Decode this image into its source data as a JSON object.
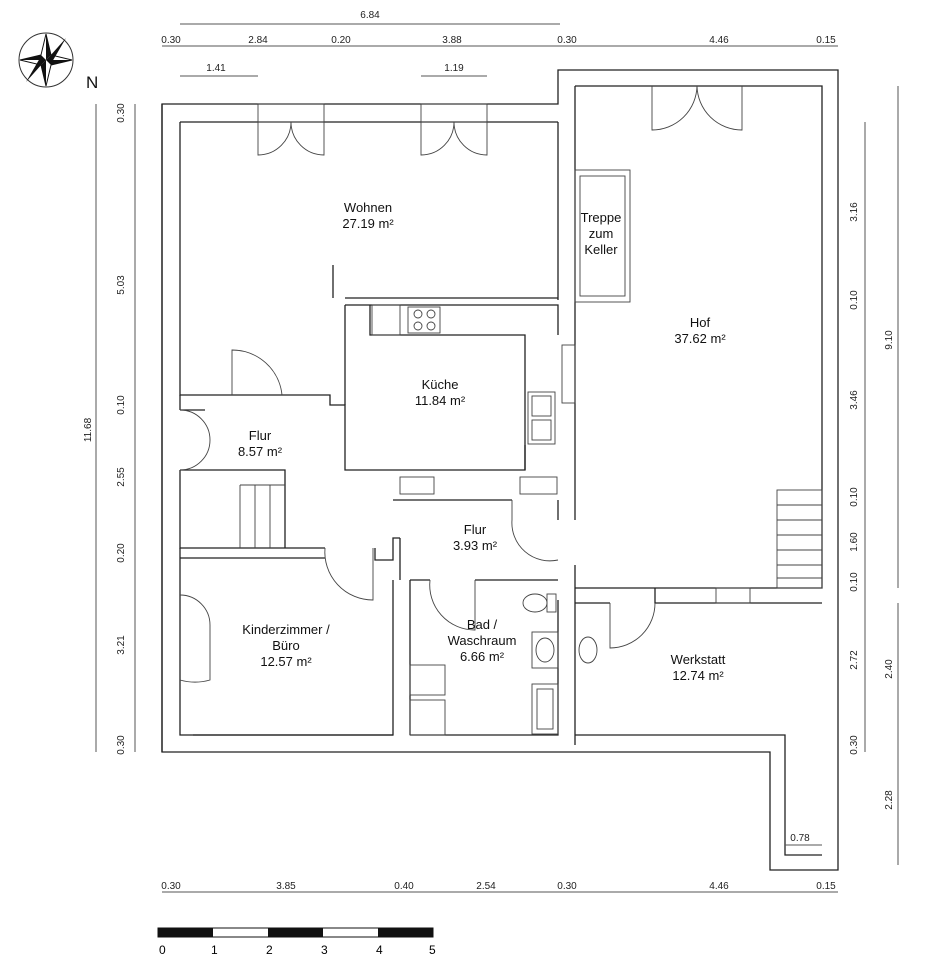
{
  "compass": {
    "label": "N"
  },
  "rooms": {
    "wohnen": {
      "name": "Wohnen",
      "area": "27.19 m²"
    },
    "kueche": {
      "name": "Küche",
      "area": "11.84 m²"
    },
    "flur1": {
      "name": "Flur",
      "area": "8.57 m²"
    },
    "flur2": {
      "name": "Flur",
      "area": "3.93 m²"
    },
    "hof": {
      "name": "Hof",
      "area": "37.62 m²"
    },
    "treppe": {
      "line1": "Treppe",
      "line2": "zum",
      "line3": "Keller"
    },
    "kinder": {
      "line1": "Kinderzimmer /",
      "line2": "Büro",
      "area": "12.57 m²"
    },
    "bad": {
      "line1": "Bad /",
      "line2": "Waschraum",
      "area": "6.66 m²"
    },
    "werkstatt": {
      "name": "Werkstatt",
      "area": "12.74 m²"
    }
  },
  "dimensions": {
    "top_total": "6.84",
    "top": [
      "0.30",
      "2.84",
      "0.20",
      "3.88",
      "0.30",
      "4.46",
      "0.15"
    ],
    "windows": [
      "1.41",
      "1.19"
    ],
    "bottom": [
      "0.30",
      "3.85",
      "0.40",
      "2.54",
      "0.30",
      "4.46",
      "0.15"
    ],
    "left_total": "11.68",
    "left": [
      "0.30",
      "5.03",
      "0.10",
      "2.55",
      "0.20",
      "3.21",
      "0.30"
    ],
    "right": [
      "3.16",
      "0.10",
      "3.46",
      "0.10",
      "1.60",
      "0.10",
      "2.72",
      "0.30"
    ],
    "right_totals": [
      "9.10",
      "2.40",
      "2.28"
    ],
    "extension": "0.78"
  },
  "scale_bar": {
    "labels": [
      "0",
      "1",
      "2",
      "3",
      "4",
      "5"
    ]
  }
}
